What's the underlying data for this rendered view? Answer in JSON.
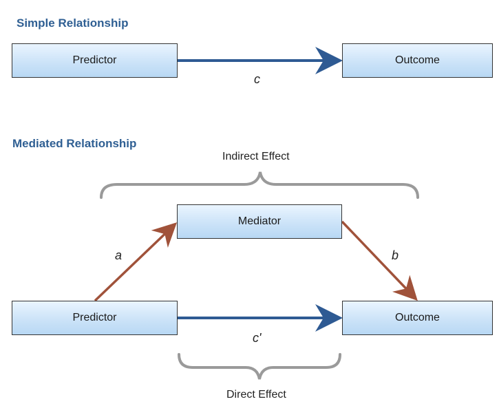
{
  "simple": {
    "title": "Simple Relationship",
    "predictor": "Predictor",
    "outcome": "Outcome",
    "path_label": "c"
  },
  "mediated": {
    "title": "Mediated Relationship",
    "indirect_label": "Indirect Effect",
    "mediator": "Mediator",
    "predictor": "Predictor",
    "outcome": "Outcome",
    "path_a": "a",
    "path_b": "b",
    "path_c_prime": "c'",
    "direct_label": "Direct Effect"
  },
  "colors": {
    "blue_arrow": "#2e5a93",
    "brown_arrow": "#a0523a",
    "brace": "#9a9a9a",
    "title": "#2f5f93"
  }
}
